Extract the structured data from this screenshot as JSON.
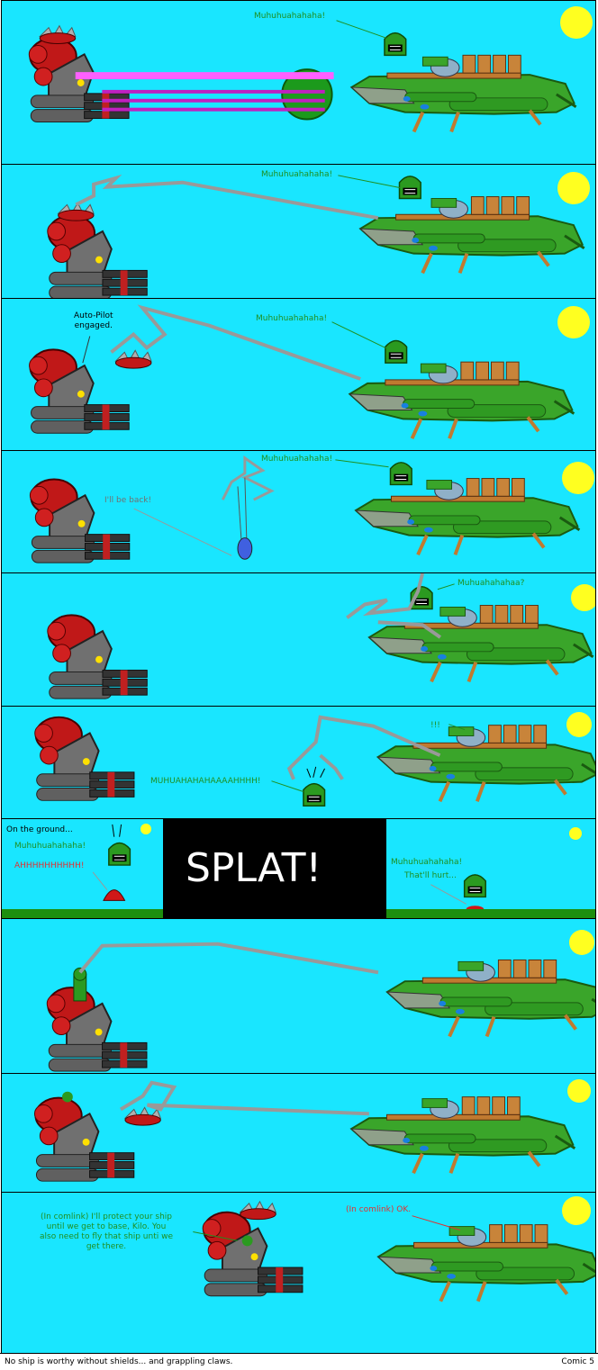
{
  "panels": [
    {
      "texts": [
        "Muhuhuahahaha!"
      ]
    },
    {
      "texts": [
        "Muhuhuahahaha!"
      ]
    },
    {
      "texts": [
        "Auto-Pilot\nengaged.",
        "Muhuhuahahaha!"
      ]
    },
    {
      "texts": [
        "Muhuhuahahaha!",
        "I'll be back!"
      ]
    },
    {
      "texts": [
        "Muhuahahahaa?"
      ]
    },
    {
      "texts": [
        "!!!",
        "MUHUAHAHAHAAAAHHHH!"
      ]
    },
    {
      "texts": [
        "On the ground...",
        "Muhuhuahahaha!",
        "AHHHHHHHHHH!",
        "SPLAT!",
        "Muhuhuahahaha!",
        "That'll hurt..."
      ]
    },
    {
      "texts": []
    },
    {
      "texts": []
    },
    {
      "texts": [
        "(In comlink) I'll protect your ship\nuntil we get to base, Kilo. You\nalso need to fly that ship unti we\nget there.",
        "(In comlink) OK."
      ]
    }
  ],
  "footer": {
    "caption": "No ship is worthy without shields... and grappling claws.",
    "comic_number": "Comic 5"
  },
  "colors": {
    "sky": "#19e6ff",
    "sun": "#ffff20",
    "ground": "#1d8f0e",
    "speech_green": "#1f8f1f",
    "speech_red": "#e03030"
  }
}
